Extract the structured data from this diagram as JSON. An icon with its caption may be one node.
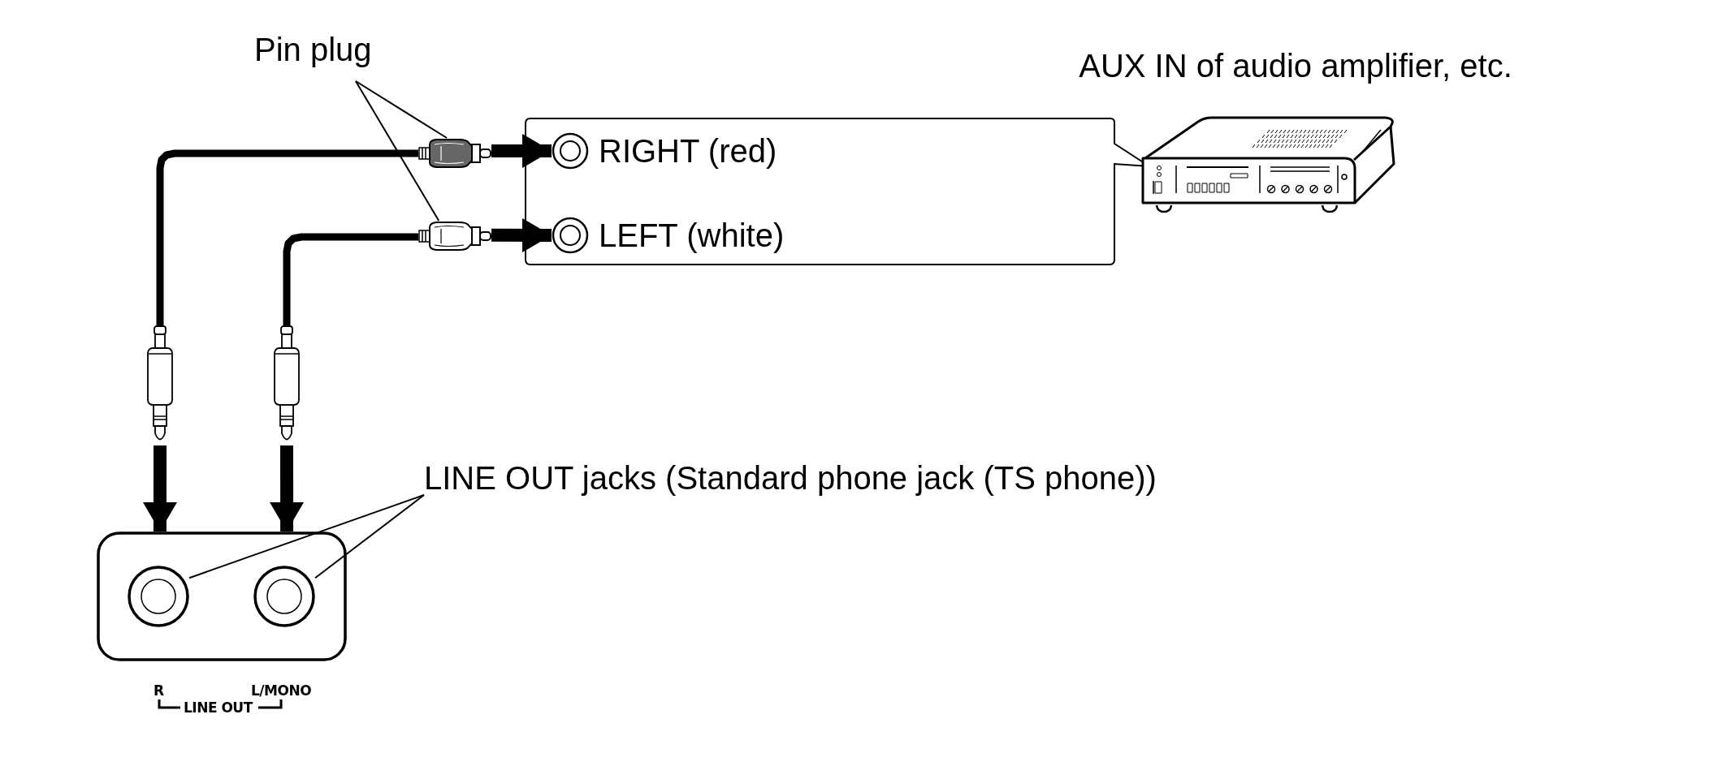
{
  "diagram": {
    "nodes": [
      {
        "text": [
          "Pin plug"
        ]
      },
      {
        "text": [],
        "shape": "picture"
      },
      {
        "text": [],
        "shape": "picture"
      },
      {
        "text": [],
        "shape": "box"
      },
      {
        "text": [
          "RIGHT (red)"
        ],
        "in": 3
      },
      {
        "text": [
          "LEFT (white)"
        ],
        "in": 3
      },
      {
        "text": [
          "AUX IN of audio amplifier, etc."
        ]
      },
      {
        "text": [],
        "shape": "picture"
      },
      {
        "text": [],
        "shape": "picture"
      },
      {
        "text": [
          "LINE OUT jacks (Standard phone jack (TS phone))"
        ]
      },
      {
        "text": [],
        "shape": "box"
      },
      {
        "text": [],
        "shape": "circle",
        "in": 10
      },
      {
        "text": [],
        "shape": "circle",
        "in": 10
      }
    ],
    "edges": [
      {
        "from": 0,
        "to": 1,
        "arrow": "none"
      },
      {
        "from": 0,
        "to": 2,
        "arrow": "none"
      },
      {
        "from": 1,
        "to": 4,
        "arrow": "to"
      },
      {
        "from": 2,
        "to": 5,
        "arrow": "to"
      },
      {
        "from": 7,
        "to": 1,
        "arrow": "none"
      },
      {
        "from": 8,
        "to": 2,
        "arrow": "none"
      },
      {
        "from": 7,
        "to": 10,
        "arrow": "to"
      },
      {
        "from": 8,
        "to": 10,
        "arrow": "to"
      },
      {
        "from": 9,
        "to": 11,
        "arrow": "none"
      },
      {
        "from": 9,
        "to": 12,
        "arrow": "none"
      }
    ],
    "labels": [
      "R",
      "L/MONO",
      "LINE OUT"
    ]
  }
}
